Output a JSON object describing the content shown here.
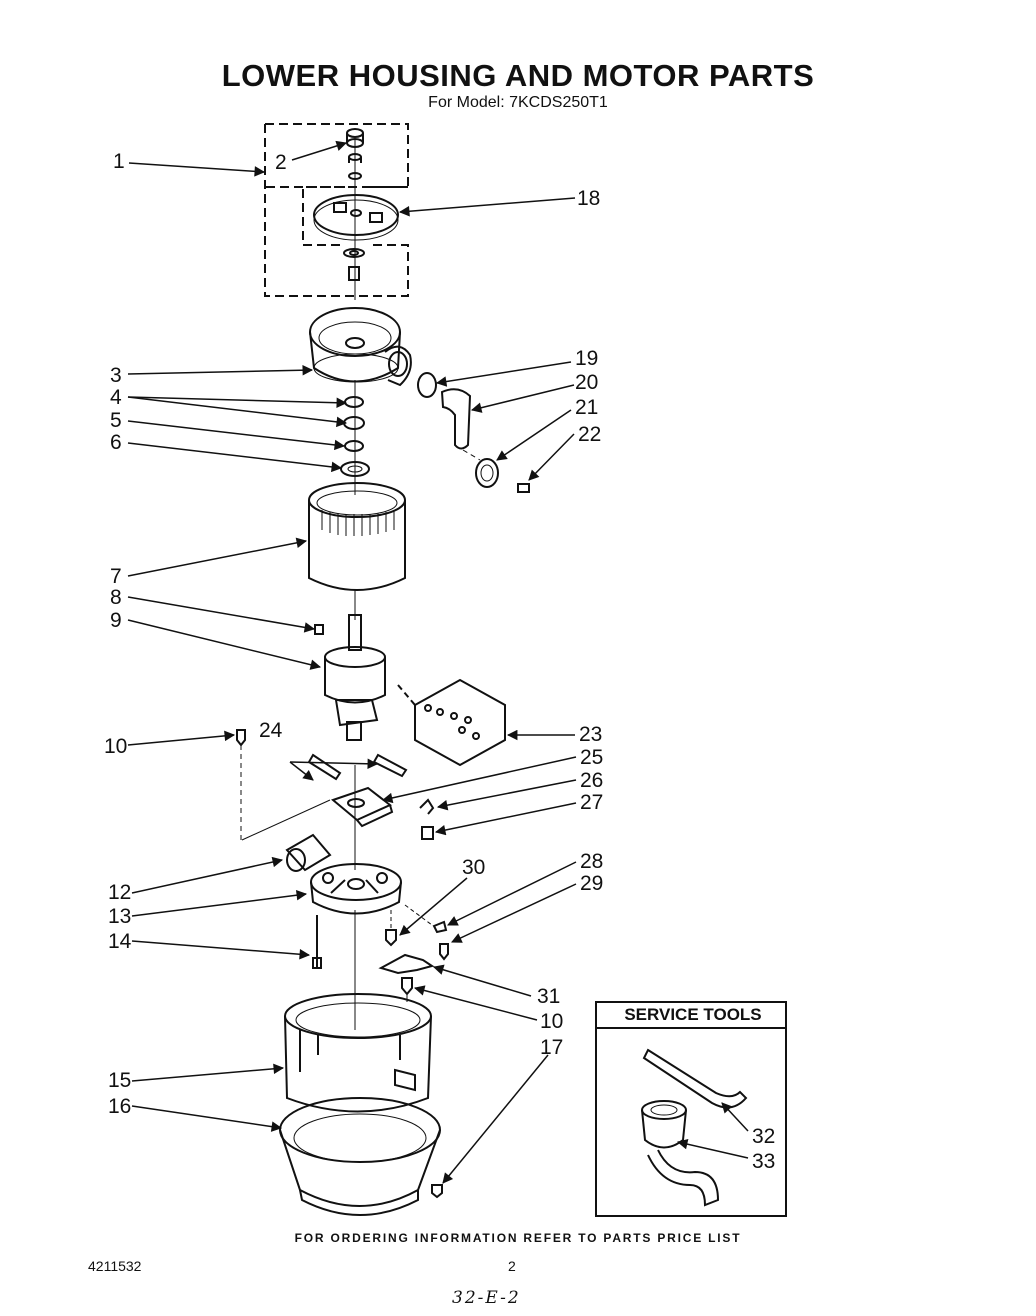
{
  "header": {
    "title": "LOWER HOUSING AND MOTOR PARTS",
    "subtitle": "For Model: 7KCDS250T1"
  },
  "service_tools": {
    "title": "SERVICE TOOLS"
  },
  "callouts": [
    "1",
    "2",
    "18",
    "19",
    "20",
    "21",
    "22",
    "3",
    "4",
    "5",
    "6",
    "7",
    "8",
    "9",
    "23",
    "10",
    "24",
    "25",
    "26",
    "27",
    "28",
    "29",
    "30",
    "12",
    "13",
    "14",
    "31",
    "10",
    "15",
    "16",
    "17",
    "32",
    "33"
  ],
  "footer": {
    "ordering_note": "FOR ORDERING INFORMATION REFER TO PARTS PRICE LIST",
    "doc_number": "4211532",
    "page_number": "2",
    "handwritten_code": "32-E-2"
  }
}
